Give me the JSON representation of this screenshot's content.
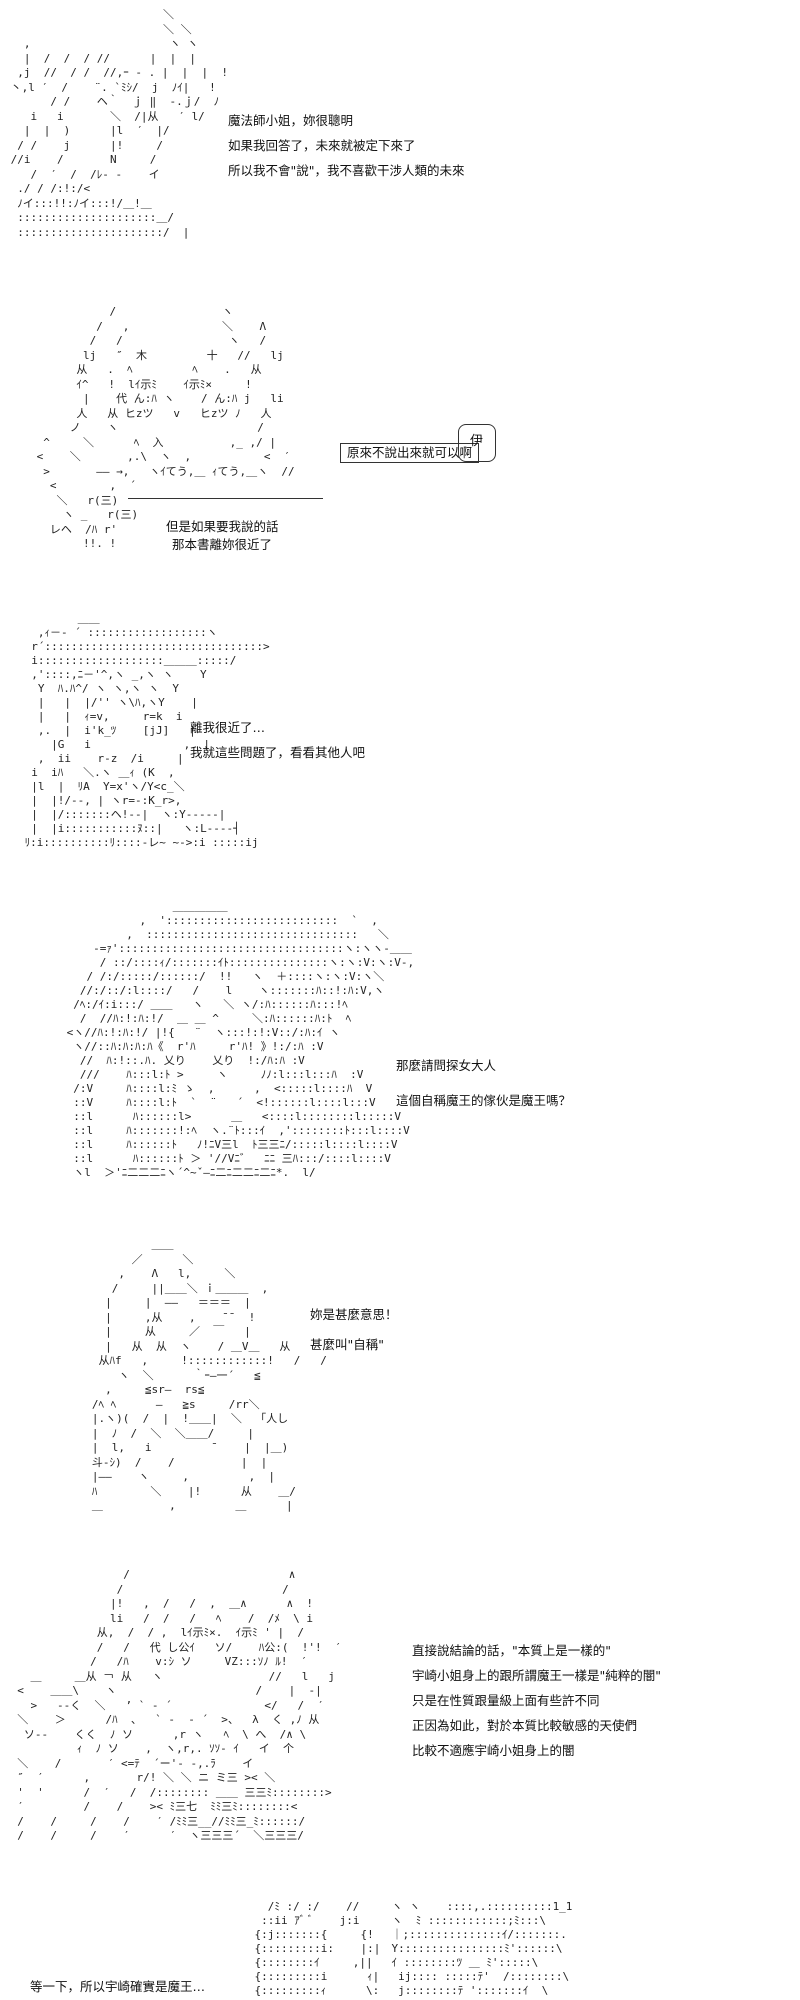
{
  "panels": [
    {
      "id": "panel-1",
      "art": "                        ＼\n                        ＼ ＼\n   ,                     ヽ ヽ\n   |  /  /  / //      |  |  |\n  ,j  //  / /  //,ｰ ‐ . |  |  |  !\n 丶,l ′  /    ¨. `ﾐｼ/  j  ﾉｲ|   !\n       / /    ヘ｀  ｊ ‖  ‐.ｊ/  ﾉ\n    i   i       ＼  /|从   ′ l/\n   |  |  )      |l  ′  |/\n  / /    j      |!     /\n //i    /       N     /\n    /  ′  /  /ﾚ‐ ‐    イ\n  ./ / /:!:/<\n  ﾉイ:::!!:ﾉイ:::!/＿!＿\n  :::::::::::::::::::::＿/\n  ::::::::::::::::::::::/  |",
      "lines": [
        "魔法師小姐，妳很聰明",
        "如果我回答了，未來就被定下來了",
        "所以我不會\"說\"，我不喜歡干涉人類的未來"
      ]
    },
    {
      "id": "panel-2",
      "art": "            /                ヽ\n          /   ,              ＼    Λ\n         /   /                ヽ   /\n        lj   ″  木         十   //   lj\n       从   .  ﾍ         ﾍ    .   从\n       ｲ^   !  lｲ示ﾐ    ｲ示ﾐ×     !\n        |    代 ん:ﾊ ヽ    / ん:ﾊ j   li\n       人   从 ヒzツ   v   ヒzツ ﾉ   人\n      ノ    ヽ                     /\n  ^     ＼      ﾍ  入          ,_ ,/ |\n <    ＼       ,.\\  ヽ  ,           <  ′\n  >       ―― →,   ヽｲてう,＿ ｨてう,＿ヽ  //\n   <        ,  ´\n    ＼   r(三)\n     ヽ _   r(三)\n   レヘ  /ﾊ r'\n        !!. !",
      "bubble": "原來不說出來就可以啊",
      "badge": "伊",
      "lines": [
        "但是如果要我說的話",
        "那本書離妳很近了"
      ]
    },
    {
      "id": "panel-3",
      "art": "         ＿＿\n   ,ｨ－‐ ´ ::::::::::::::::::ヽ\n  r´:::::::::::::::::::::::::::::::::>\n  i:::::::::::::::::::＿＿＿:::::/\n  ,'::::,ﾆ－'^,ヽ _,ヽ ヽ    Y\n   Y  ﾊ.ﾊ^/ ヽ ヽ,ヽ ヽ  Y\n   |   |  |/'' ヽ\\ﾊ,ヽY    |\n   |   |  ｨ=v,     r=k  i\n   ,.  |  i'k_ﾂ    [jJ]   |\n     |G   i              ,  |\n   ,  ii    r-z  /i     |\n  i  iﾊ   ＼.ヽ ＿ｨ (K  ,\n  |l  |  ﾘA  Y=x'ヽ/Y<c_＼\n  |  |!/-‐, | ヽr=-:K_r>,\n  |  |/:::::::ヘ!--|  ヽ:Y----‐|\n  |  |i:::::::::::ﾇ::|   ヽ:L---‐┤\n ﾘ:i::::::::::ﾘ::::‐レ~ ~->:i :::::ij",
      "lines": [
        "離我很近了…",
        "我就這些問題了，看看其他人吧"
      ]
    },
    {
      "id": "panel-4",
      "art": "                 ＿＿＿＿＿\n            ,  '::::::::::::::::::::::::::  `  ,\n          ,  ::::::::::::::::::::::::::::::::   ＼\n     ‐=ｧ'::::::::::::::::::::::::::::::::::ヽ:ヽヽ-＿＿\n      / ::/::::ｨ/:::::::ｲﾄ:::::::::::::::ヽ:ヽ:V:ヽ:V‐,\n    / /:/:::::/::::::/  !!   ヽ  ＋::::ヽ:ヽ:V:ヽ＼\n   //:/::/:l::::/   /    l    ヽ:::::::ﾊ::!:ﾊ:V,ヽ\n  /ﾍ:/ｲ:i:::/ ＿＿   ヽ   ＼ ヽ/:ﾊ::::::ﾊ:::!ﾍ\n   /  //ﾊ:!:ﾊ:!/  ＿ ＿ ^     ＼:ﾊ::::::ﾊ:ﾄ  ﾍ\n <ヽ//ﾊ:!:ﾊ:!/ |!{   ¨  ヽ:::!:!:V::/:ﾊ:ｲ ヽ\n  ヽ//::ﾊ:ﾊ:ﾊ:ﾊ《  r'ﾊ     r'ﾊ! 》!:/:ﾊ :V\n   //  ﾊ:!::.ﾊ. 乂り    乂り  !:/ﾊ:ﾊ :V\n   ///    ﾊ:::l:ﾄ >     ヽ     ﾉﾉ:l:::l:::ﾊ  :V\n  /:V     ﾊ::::l:ﾐ ゝ  ,      ,  <:::::l::::ﾊ  V\n  ::V     ﾊ::::l:ﾄ  `  ¨   ´  <!::::::l::::l:::V\n  ::l      ﾊ::::::l>      ＿   <::::l::::::::l:::::V\n  ::l     ﾊ:::::::!:ﾍ  ヽ.¨ﾄ:::ｲ  ,'::::::::ﾄ:::l::::V\n  ::l     ﾊ::::::ﾄ   ﾉ!ﾆV三l  ﾄ三三ﾆ/:::::l::::l::::V\n  ::l      ﾊ::::::ﾄ ＞ '//Vﾆ゛  ﾆﾆ 三ﾊ:::/::::l::::V\n  ヽl  ＞'ﾆ二二二ﾆヽ´^~ˇ―ﾆ二ﾆ二二ﾆ二ﾆ*.  l/",
      "lines": [
        "那麼請問探女大人",
        "這個自稱魔王的傢伙是魔王嗎？"
      ]
    },
    {
      "id": "panel-5",
      "art": "            ＿＿\n         ／      ＼\n       ,    Λ   l,     ＼\n      /     ||＿＿＼ ｉ＿＿＿  ,\n     |     |  ――   ＝＝＝  |\n     |     ,从    ,    ¯¯  !\n     |     从     ／  ￣   |\n     |   从  从  ヽ    / ＿V＿   从\n    从ﾊf   ,     !::::::::::::!   /   /\n       ヽ  ＼      ｀ｰ―一´   ≦\n     ,     ≦sr―  rs≦\n   /ﾍ ﾍ      ―   ≧s     /rr＼\n   |.ヽ)(  /  |  !＿＿|  ＼  「人し\n   |  ﾉ  /  ＼  ＼＿＿/     |\n   |  l,   i         ̄     |  |＿)\n   斗‐ｼ)  /    /          |  |\n   |――    ヽ     ,         ,  |\n   ﾊ        ＼    |!      从    ＿/\n   ＿          ,         ＿      |",
      "lines": [
        "妳是甚麼意思！",
        "甚麼叫\"自稱\""
      ]
    },
    {
      "id": "panel-6",
      "art": "                  /                        ∧\n                 /                        /\n                |!   ,  /   /  ,  ＿∧      ∧  !\n                li   /  /   /   ﾍ    /  /ﾒ  \\ i\n              从,  /  / ,  lｲ示ﾐ×.  ｲ示ﾐ ' |  /\n              /   /   代 し公ｲ   ソ/    ﾊ公:(  !'!  ′\n             /   /ﾊ    v:ｼ ソ     VZ:::ｿﾉ ﾙ!  ′\n    ＿     ＿从 ￢ 从   ヽ                //   l   j\n  <    ＿＿\\    ヽ                     /    |  ‐|\n    >   ‐‐く  ＼   ’ ` ‐ ´              </   /  ′\n  ＼    ＞      /ﾊ  、  ` ‐  ‐ ´  >、  λ  く ,ﾉ 从\n   ソ‐‐    くく  ﾉ ソ      ,r ヽ   ﾍ  \\ へ  /∧ \\\n           ｨ  ﾉ ソ    ,  ヽ,r,. ｿｿ‐ ｲ   イ  个\n  ＼    /       ′ <=ﾃ  ´ー'‐ ‐,.ﾗ    イ\n  ″  ′      ,       r/! ＼ ＼ ニ ミ三 >< ＼\n  '  '      /  ′   /  /:::::::: ＿＿ 三三ﾐ::::::::>\n  ′         /    /    >< ﾐ三七  ﾐﾐ三ﾐ::::::::<\n  /    /     /    /    ′ /ﾐﾐ三__//ﾐﾐ三_ﾐ::::::/\n  /    /     /    ′      ′  ヽ三三三´  ＼三三三/",
      "lines": [
        "直接說結論的話，\"本質上是一樣的\"",
        "宇崎小姐身上的跟所謂魔王一樣是\"純粹的闇\"",
        "只是在性質跟量級上面有些許不同",
        "正因為如此，對於本質比較敏感的天使們",
        "比較不適應宇崎小姐身上的闇"
      ]
    },
    {
      "id": "panel-7",
      "art_left": "      /ﾐ :/ :/    //\n     ::ii ｱﾞ ﾞ    j:i\n    {:j:::::::{     {!\n    {:::::::::i:    |:|\n    {::::::::ｲ     ,||\n    {:::::::::i      ｨ|\n    {:::::::::ｨ      \\:",
      "art_right": "    ヽ ヽ    ::::,.::::::::::1_1\n    ヽ  ﾐ ::::::::::::;ﾐ:::\\\n    ｜;::::::::::::::ｲ/:::::::.\n    Y::::::::::::::::ﾐ'::::::\\\n    ｲ ::::::::ﾂ ＿ ﾐ':::::\\\n     ij:::: :::::ﾃ'  /::::::::\\\n     j::::::::ﾃ ':::::::ｲ  \\",
      "lines": [
        "等一下，所以宇崎確實是魔王…"
      ]
    }
  ]
}
